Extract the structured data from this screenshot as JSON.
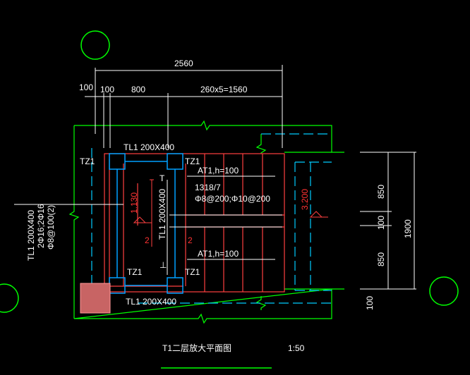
{
  "drawing": {
    "title": "T1二层放大平面图",
    "scale": "1:50",
    "dims": {
      "overall_width": "2560",
      "left_gap_a": "100",
      "left_gap_b": "100",
      "landing_width": "800",
      "steps_width": "260x5=1560",
      "right_top": "850",
      "right_mid": "100",
      "right_bottom": "850",
      "right_total": "1900",
      "right_base": "100"
    },
    "labels": {
      "tz1_top_left": "TZ1",
      "tz1_top_right": "TZ1",
      "tz1_bottom_left": "TZ1",
      "tz1_bottom_right": "TZ1",
      "tl1_top": "TL1 200X400",
      "tl1_bottom": "TL1 200X400",
      "at1_top": "AT1,h=100",
      "at1_bottom": "AT1,h=100",
      "stair_note": "1318/7",
      "rebar_note": "Φ8@200;Φ10@200",
      "elev_left": "1.130",
      "elev_right": "3.200",
      "tl1_vertical": "TL1 200X400",
      "left_beam_a": "TL1 200X400",
      "left_beam_b": "2Φ16;2Φ16",
      "left_beam_c": "Φ8@100(2)",
      "mark_2_left": "2",
      "mark_2_right": "2",
      "mark_up": "T",
      "mark_down": "⊥"
    }
  },
  "colors": {
    "background": "#000000",
    "axis": "#00ff00",
    "wall": "#00ff00",
    "stair": "#ff4040",
    "column": "#00a0ff",
    "dim": "#ffffff",
    "fill": "#c86464"
  }
}
